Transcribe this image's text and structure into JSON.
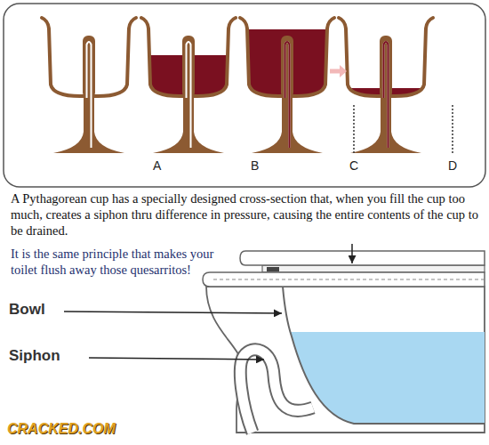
{
  "diagram": {
    "labels": [
      "A",
      "B",
      "C",
      "D",
      "A Pythagorean cup has a specially designed cross-section that, when you fill the cup too much, creates a siphon thru difference in pressure, causing the entire contents of the cup to be drained.",
      "It is the same principle that makes your toilet flush away those quesarritos!",
      "Bowl",
      "Siphon",
      "CRACKED.COM"
    ]
  }
}
